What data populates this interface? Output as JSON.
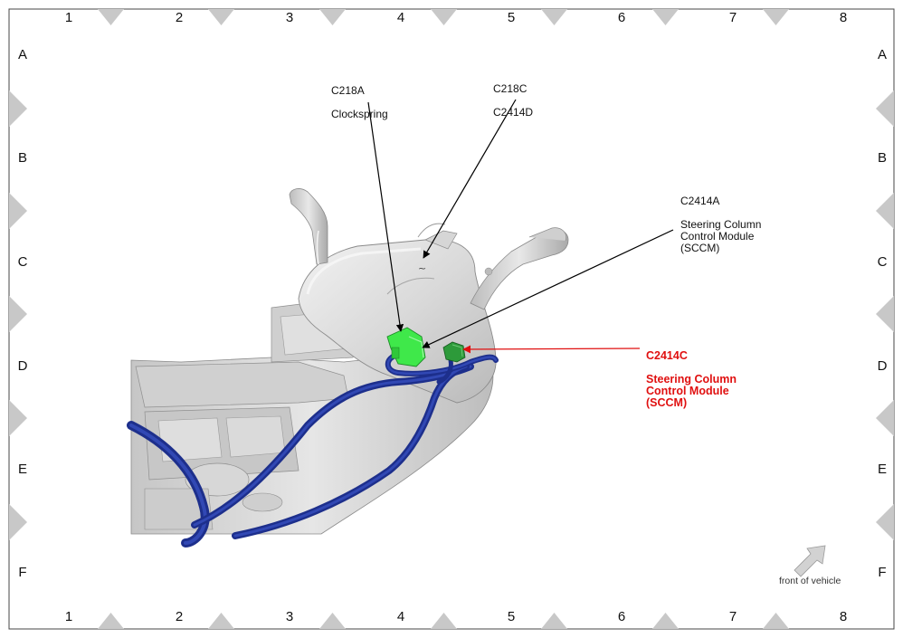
{
  "frame": {
    "columns": [
      "1",
      "2",
      "3",
      "4",
      "5",
      "6",
      "7",
      "8"
    ],
    "rows": [
      "A",
      "B",
      "C",
      "D",
      "E",
      "F"
    ]
  },
  "callouts": {
    "c218a": {
      "id": "C218A",
      "name": "Clockspring"
    },
    "c218c": {
      "id": "C218C",
      "name": "C2414D"
    },
    "c2414a": {
      "id": "C2414A",
      "name": "Steering Column\nControl Module\n(SCCM)"
    },
    "c2414c": {
      "id": "C2414C",
      "name": "Steering Column\nControl Module\n(SCCM)"
    }
  },
  "front_of_vehicle": "front of vehicle",
  "colors": {
    "highlight_connector": "#3fe84a",
    "secondary_connector": "#2d9a3a",
    "harness": "#2a3fa8",
    "callout_red": "#e01010",
    "column_gray": "#d4d4d4",
    "frame_gray": "#c8c8c8"
  },
  "icons": [
    "front-of-vehicle-arrow-icon"
  ]
}
